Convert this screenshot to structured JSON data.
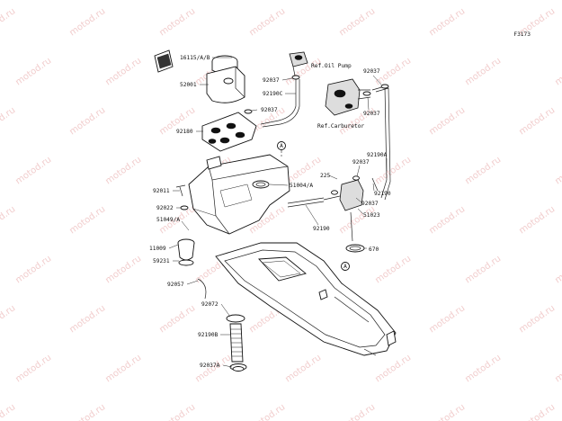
{
  "figure_code": "F3173",
  "watermark_text": "motod.ru",
  "watermark_color": "#e6a3a3",
  "references": {
    "oil_pump": "Ref.Oil Pump",
    "carburetor": "Ref.Carburetor"
  },
  "connector_marker": "A",
  "labels": [
    {
      "id": "16115",
      "text": "16115/A/B"
    },
    {
      "id": "52001",
      "text": "52001"
    },
    {
      "id": "92180",
      "text": "92180"
    },
    {
      "id": "92011",
      "text": "92011"
    },
    {
      "id": "92022",
      "text": "92022"
    },
    {
      "id": "51049",
      "text": "51049/A"
    },
    {
      "id": "11009",
      "text": "11009"
    },
    {
      "id": "59231",
      "text": "59231"
    },
    {
      "id": "92057",
      "text": "92057"
    },
    {
      "id": "92072",
      "text": "92072"
    },
    {
      "id": "92190B",
      "text": "92190B"
    },
    {
      "id": "92037A",
      "text": "92037A"
    },
    {
      "id": "92037_pump",
      "text": "92037"
    },
    {
      "id": "92190C",
      "text": "92190C"
    },
    {
      "id": "92037_tank",
      "text": "92037"
    },
    {
      "id": "51004",
      "text": "51004/A"
    },
    {
      "id": "92037_carb_top",
      "text": "92037"
    },
    {
      "id": "92037_carb_right",
      "text": "92037"
    },
    {
      "id": "92190A",
      "text": "92190A"
    },
    {
      "id": "92037_valve_top",
      "text": "92037"
    },
    {
      "id": "225",
      "text": "225"
    },
    {
      "id": "92190_right",
      "text": "92190"
    },
    {
      "id": "92037_valve_bottom",
      "text": "92037"
    },
    {
      "id": "51023",
      "text": "51023"
    },
    {
      "id": "92190_left",
      "text": "92190"
    },
    {
      "id": "670",
      "text": "670"
    }
  ]
}
